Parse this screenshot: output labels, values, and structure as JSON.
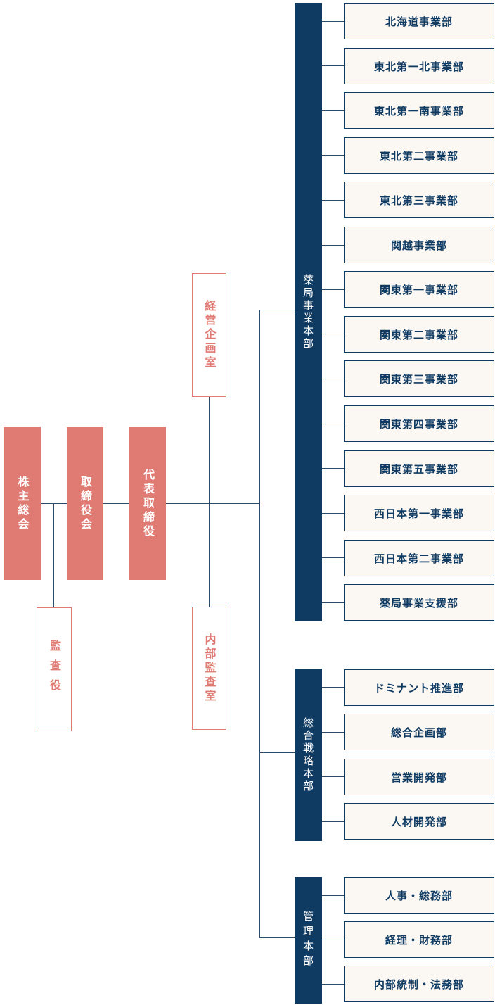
{
  "top": {
    "shareholders": "株主総会",
    "board": "取締役会",
    "ceo": "代表取締役",
    "auditor": "監査役",
    "planning_office": "経営企画室",
    "internal_audit": "内部監査室"
  },
  "divisions": [
    {
      "name": "薬局事業本部",
      "departments": [
        "北海道事業部",
        "東北第一北事業部",
        "東北第一南事業部",
        "東北第二事業部",
        "東北第三事業部",
        "関越事業部",
        "関東第一事業部",
        "関東第二事業部",
        "関東第三事業部",
        "関東第四事業部",
        "関東第五事業部",
        "西日本第一事業部",
        "西日本第二事業部",
        "薬局事業支援部"
      ]
    },
    {
      "name": "総合戦略本部",
      "departments": [
        "ドミナント推進部",
        "総合企画部",
        "営業開発部",
        "人材開発部"
      ]
    },
    {
      "name": "管理本部",
      "departments": [
        "人事・総務部",
        "経理・財務部",
        "内部統制・法務部"
      ]
    }
  ],
  "colors": {
    "salmon": "#e07b73",
    "navy": "#0f3b63",
    "line": "#2c4a6a",
    "dept_bg": "#fbf7f3"
  }
}
